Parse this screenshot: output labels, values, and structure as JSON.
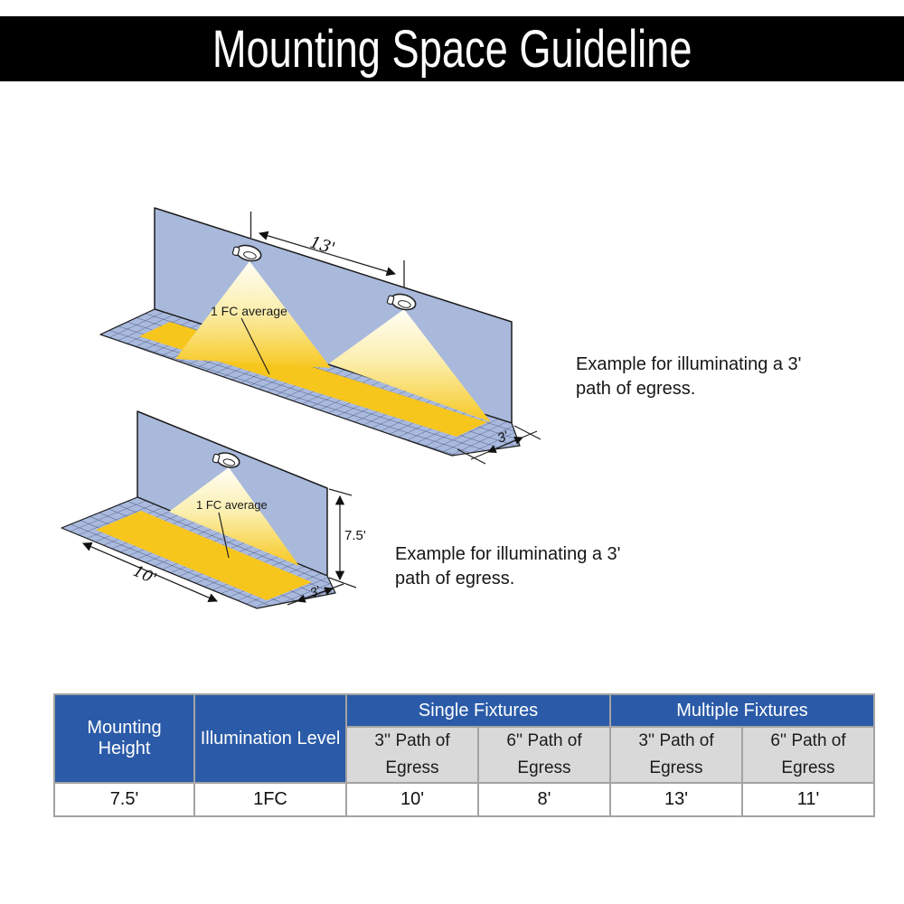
{
  "title": "Mounting Space Guideline",
  "diagram_top": {
    "fixture_spacing": "13'",
    "path_width": "3'",
    "illumination_label": "1 FC average",
    "caption": [
      "Example for illuminating a 3'",
      "path of egress."
    ]
  },
  "diagram_bottom": {
    "run_length": "10'",
    "mounting_height": "7.5'",
    "path_width": "3'",
    "illumination_label": "1 FC average",
    "caption": [
      "Example for illuminating a 3'",
      "path of egress."
    ]
  },
  "table": {
    "row_headers": [
      "Mounting Height",
      "Illumination Level"
    ],
    "group_headers": [
      "Single Fixtures",
      "Multiple Fixtures"
    ],
    "sub_headers": [
      "3'' Path of Egress",
      "6'' Path of Egress",
      "3'' Path of Egress",
      "6'' Path of Egress"
    ],
    "values": [
      "7.5'",
      "1FC",
      "10'",
      "8'",
      "13'",
      "11'"
    ]
  },
  "colors": {
    "title_bg": "#000000",
    "table_blue": "#2b5ba8",
    "table_gray": "#d9d9d9",
    "wall_blue": "#a9b9dc",
    "floor_blue": "#aabade",
    "path_yellow": "#f7c61d"
  }
}
